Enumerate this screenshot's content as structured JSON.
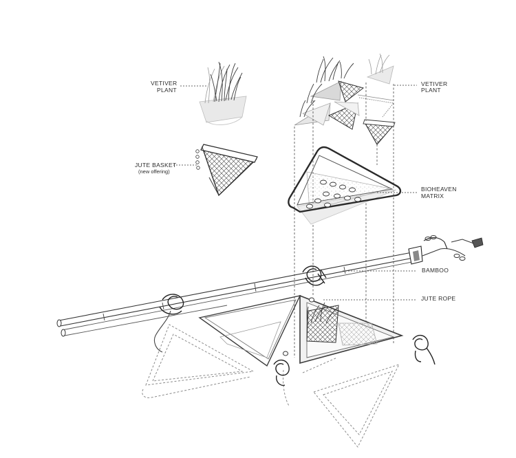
{
  "labels": {
    "vetiver_left_1": "VETIVER",
    "vetiver_left_2": "PLANT",
    "vetiver_right_1": "VETIVER",
    "vetiver_right_2": "PLANT",
    "jute_basket": "JUTE BASKET",
    "jute_basket_sub": "(new offering)",
    "bioheaven_1": "BIOHEAVEN",
    "bioheaven_2": "MATRIX",
    "bamboo": "BAMBOO",
    "jute_rope": "JUTE ROPE"
  }
}
